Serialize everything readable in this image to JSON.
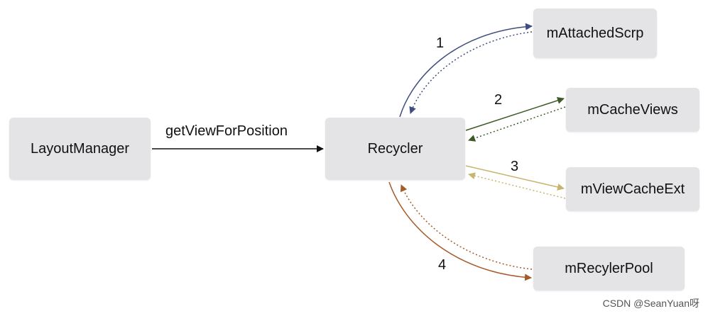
{
  "nodes": {
    "layout_manager": "LayoutManager",
    "recycler": "Recycler",
    "attached_scrap": "mAttachedScrp",
    "cache_views": "mCacheViews",
    "view_cache_ext": "mViewCacheExt",
    "recycler_pool": "mRecylerPool"
  },
  "edge_labels": {
    "get_view": "getViewForPosition",
    "step1": "1",
    "step2": "2",
    "step3": "3",
    "step4": "4"
  },
  "colors": {
    "step1": "#3f4d7f",
    "step2": "#3d5a26",
    "step3": "#c8b56f",
    "step4": "#a55a2a",
    "main": "#111111",
    "node_fill": "#e4e4e6"
  },
  "watermark": "CSDN @SeanYuan呀"
}
